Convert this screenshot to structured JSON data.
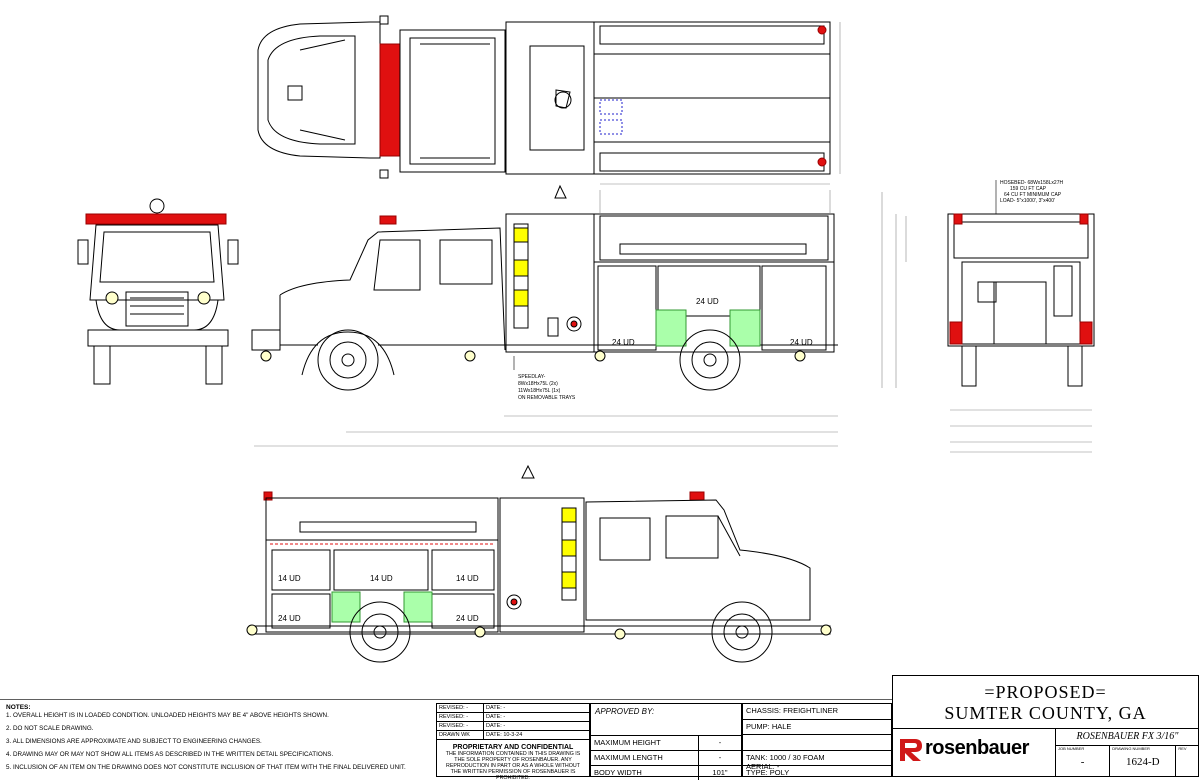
{
  "drawing": {
    "compartment_labels": {
      "side_a_upper": "24 UD",
      "side_a_lower_left": "24 UD",
      "side_a_lower_right": "24 UD",
      "side_b_upper_1": "14 UD",
      "side_b_upper_2": "14 UD",
      "side_b_upper_3": "14 UD",
      "side_b_lower_1": "24 UD",
      "side_b_lower_2": "24 UD"
    },
    "hosebed_note": [
      "HOSEBED- 68Wx158Lx27H",
      "159 CU FT CAP",
      "64 CU FT MINIMUM CAP",
      "LOAD- 5\"x1000', 3\"x400'"
    ],
    "speedlay_note": [
      "SPEEDLAY-",
      "8Wx18Hx75L (2x)",
      "11Wx18Hx75L (1x)",
      "ON REMOVABLE TRAYS"
    ]
  },
  "notes": {
    "heading": "NOTES:",
    "items": [
      "1. OVERALL HEIGHT IS IN LOADED CONDITION. UNLOADED HEIGHTS MAY BE 4\" ABOVE HEIGHTS SHOWN.",
      "2. DO NOT SCALE DRAWING.",
      "3. ALL DIMENSIONS ARE APPROXIMATE AND SUBJECT TO ENGINEERING CHANGES.",
      "4. DRAWING MAY OR MAY NOT SHOW ALL ITEMS AS DESCRIBED IN THE WRITTEN DETAIL SPECIFICATIONS.",
      "5. INCLUSION OF AN ITEM ON THE DRAWING DOES NOT CONSTITUTE INCLUSION OF THAT ITEM WITH THE FINAL DELIVERED UNIT."
    ]
  },
  "revisions": {
    "rows": [
      {
        "a": "REVISED: -",
        "b": "DATE: -"
      },
      {
        "a": "REVISED: -",
        "b": "DATE: -"
      },
      {
        "a": "REVISED: -",
        "b": "DATE: -"
      },
      {
        "a": "DRAWN    WK",
        "b": "DATE: 10-3-24"
      }
    ],
    "proprietary_title": "PROPRIETARY AND CONFIDENTIAL",
    "proprietary_text": "THE INFORMATION CONTAINED IN THIS DRAWING IS THE SOLE PROPERTY OF ROSENBAUER. ANY REPRODUCTION IN PART OR AS A WHOLE WITHOUT THE WRITTEN PERMISSION OF ROSENBAUER IS PROHIBITED."
  },
  "specs": {
    "approved_by": "APPROVED BY:",
    "rows": [
      {
        "k": "MAXIMUM HEIGHT",
        "v": "-"
      },
      {
        "k": "MAXIMUM LENGTH",
        "v": "-"
      },
      {
        "k": "BODY WIDTH",
        "v": "101\""
      }
    ]
  },
  "chassis": {
    "rows": [
      "CHASSIS: FREIGHTLINER",
      "PUMP: HALE",
      "",
      "TANK: 1000 / 30 FOAM",
      "TYPE: POLY",
      "AERIAL: -"
    ]
  },
  "title": {
    "line1": "=PROPOSED=",
    "line2": "SUMTER COUNTY, GA",
    "brand": "rosenbauer",
    "model": "ROSENBAUER FX 3/16\"",
    "job_label": "JOB NUMBER",
    "job_value": "-",
    "drawing_label": "DRAWING NUMBER",
    "drawing_value": "1624-D",
    "rev_label": "REV"
  },
  "colors": {
    "line": "#000000",
    "warning_red": "#e01010",
    "compartment_yellow": "#ffff00",
    "scene_light_green": "#66e066",
    "dimension_gray": "#888888"
  }
}
